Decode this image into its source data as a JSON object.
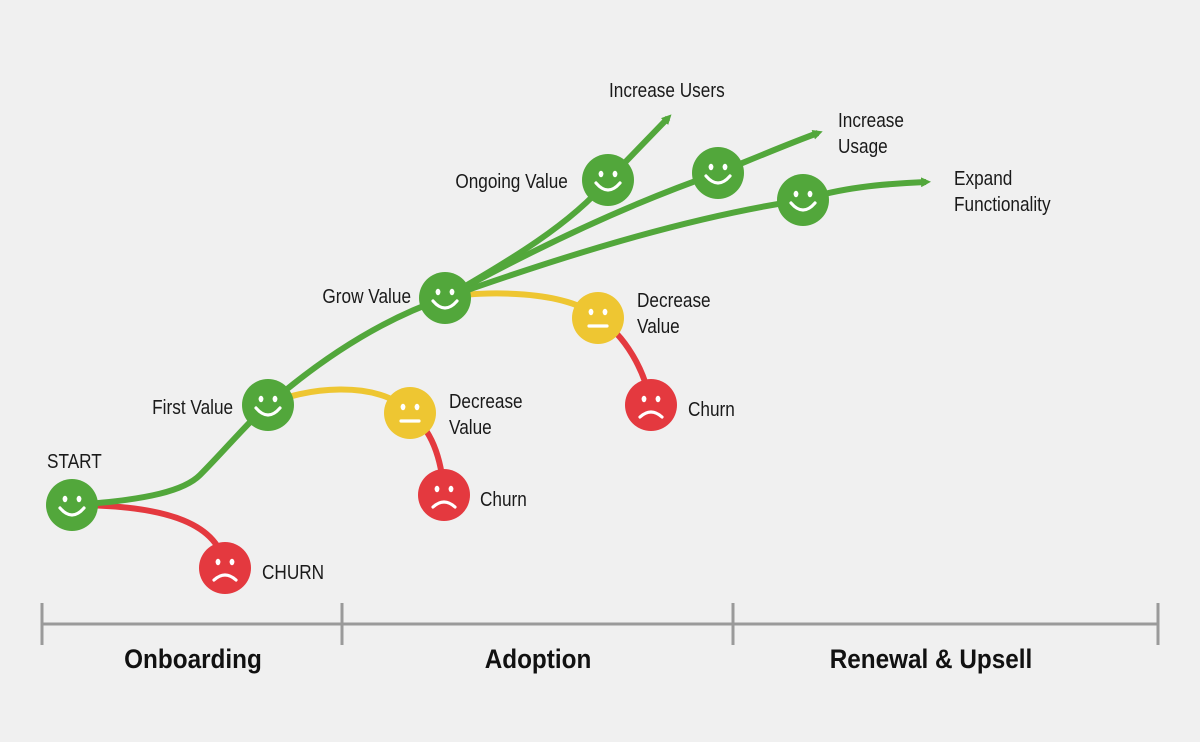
{
  "colors": {
    "happy": "#52a73b",
    "neutral": "#eec632",
    "sad": "#e4393f",
    "timeline": "#9a9a9a",
    "background": "#f0f0f0"
  },
  "nodes": {
    "start": {
      "label": "START",
      "mood": "happy"
    },
    "first_value": {
      "label": "First Value",
      "mood": "happy"
    },
    "grow_value": {
      "label": "Grow Value",
      "mood": "happy"
    },
    "ongoing_value": {
      "label": "Ongoing Value",
      "mood": "happy"
    },
    "usage_node": {
      "label": "",
      "mood": "happy"
    },
    "functionality_node": {
      "label": "",
      "mood": "happy"
    },
    "decrease_value_1": {
      "label": "Decrease\nValue",
      "mood": "neutral"
    },
    "decrease_value_2": {
      "label": "Decrease\nValue",
      "mood": "neutral"
    },
    "churn_onboarding": {
      "label": "CHURN",
      "mood": "sad"
    },
    "churn_adoption": {
      "label": "Churn",
      "mood": "sad"
    },
    "churn_grow": {
      "label": "Churn",
      "mood": "sad"
    }
  },
  "outcomes": {
    "increase_users": "Increase Users",
    "increase_usage": "Increase\nUsage",
    "expand_functionality": "Expand\nFunctionality"
  },
  "phases": {
    "onboarding": "Onboarding",
    "adoption": "Adoption",
    "renewal_upsell": "Renewal & Upsell"
  }
}
